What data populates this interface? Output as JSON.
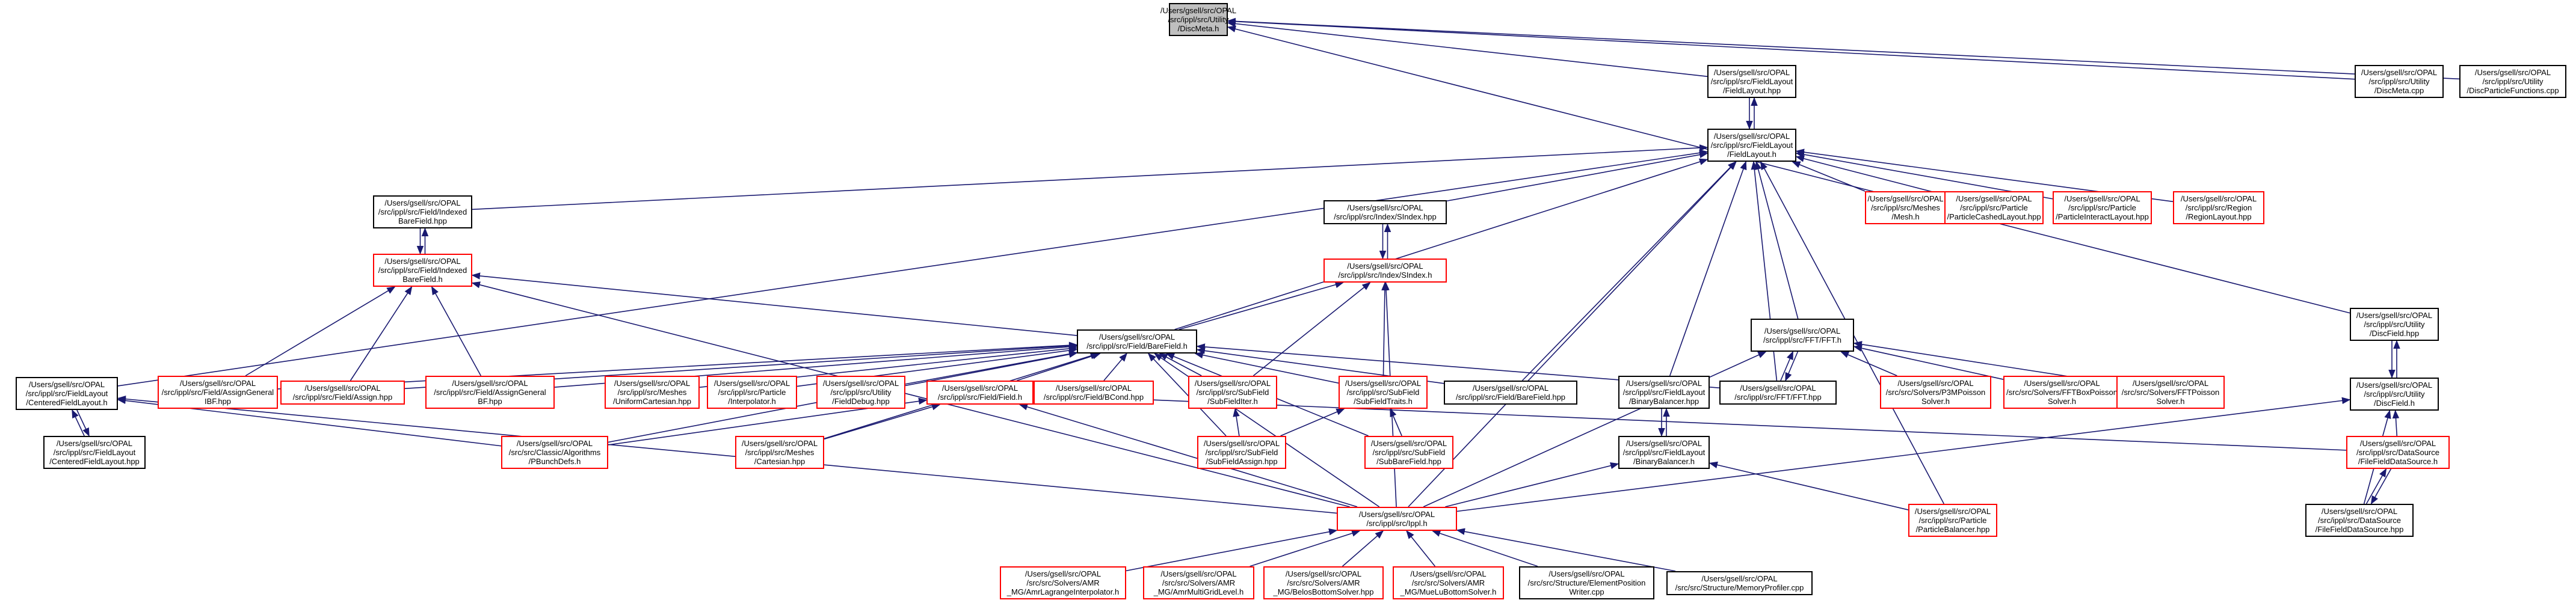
{
  "diagram": {
    "kind": "include-dependency-graph",
    "colors": {
      "edge": "#191970",
      "normal_border": "#000000",
      "red_border": "#ff0000",
      "root_fill": "#bfbfbf",
      "node_fill": "#ffffff"
    },
    "nodes": [
      {
        "id": "root",
        "lines": [
          "/Users/gsell/src/OPAL",
          "/src/ippl/src/Utility",
          "/DiscMeta.h"
        ],
        "style": "root"
      },
      {
        "id": "fieldlayout_hpp",
        "lines": [
          "/Users/gsell/src/OPAL",
          "/src/ippl/src/FieldLayout",
          "/FieldLayout.hpp"
        ],
        "style": "normal"
      },
      {
        "id": "discmeta_cpp",
        "lines": [
          "/Users/gsell/src/OPAL",
          "/src/ippl/src/Utility",
          "/DiscMeta.cpp"
        ],
        "style": "normal"
      },
      {
        "id": "discparticlefunctions_cpp",
        "lines": [
          "/Users/gsell/src/OPAL",
          "/src/ippl/src/Utility",
          "/DiscParticleFunctions.cpp"
        ],
        "style": "normal"
      },
      {
        "id": "fieldlayout_h",
        "lines": [
          "/Users/gsell/src/OPAL",
          "/src/ippl/src/FieldLayout",
          "/FieldLayout.h"
        ],
        "style": "normal"
      },
      {
        "id": "indexedbarefield_hpp",
        "lines": [
          "/Users/gsell/src/OPAL",
          "/src/ippl/src/Field/Indexed",
          "BareField.hpp"
        ],
        "style": "normal"
      },
      {
        "id": "sindex_hpp",
        "lines": [
          "/Users/gsell/src/OPAL",
          "/src/ippl/src/Index/SIndex.hpp"
        ],
        "style": "normal"
      },
      {
        "id": "mesh_h",
        "lines": [
          "/Users/gsell/src/OPAL",
          "/src/ippl/src/Meshes",
          "/Mesh.h"
        ],
        "style": "red"
      },
      {
        "id": "particlecashedlayout_hpp",
        "lines": [
          "/Users/gsell/src/OPAL",
          "/src/ippl/src/Particle",
          "/ParticleCashedLayout.hpp"
        ],
        "style": "red"
      },
      {
        "id": "particleinteractlayout_hpp",
        "lines": [
          "/Users/gsell/src/OPAL",
          "/src/ippl/src/Particle",
          "/ParticleInteractLayout.hpp"
        ],
        "style": "red"
      },
      {
        "id": "regionlayout_hpp",
        "lines": [
          "/Users/gsell/src/OPAL",
          "/src/ippl/src/Region",
          "/RegionLayout.hpp"
        ],
        "style": "red"
      },
      {
        "id": "indexedbarefield_h",
        "lines": [
          "/Users/gsell/src/OPAL",
          "/src/ippl/src/Field/Indexed",
          "BareField.h"
        ],
        "style": "red"
      },
      {
        "id": "sindex_h",
        "lines": [
          "/Users/gsell/src/OPAL",
          "/src/ippl/src/Index/SIndex.h"
        ],
        "style": "red"
      },
      {
        "id": "discfield_hpp",
        "lines": [
          "/Users/gsell/src/OPAL",
          "/src/ippl/src/Utility",
          "/DiscField.hpp"
        ],
        "style": "normal"
      },
      {
        "id": "barefield_h",
        "lines": [
          "/Users/gsell/src/OPAL",
          "/src/ippl/src/Field/BareField.h"
        ],
        "style": "normal"
      },
      {
        "id": "fft_h",
        "lines": [
          "/Users/gsell/src/OPAL",
          "/src/ippl/src/FFT/FFT.h"
        ],
        "style": "normal"
      },
      {
        "id": "centeredfieldlayout_h",
        "lines": [
          "/Users/gsell/src/OPAL",
          "/src/ippl/src/FieldLayout",
          "/CenteredFieldLayout.h"
        ],
        "style": "normal"
      },
      {
        "id": "assigngeneralibf_hpp",
        "lines": [
          "/Users/gsell/src/OPAL",
          "/src/ippl/src/Field/AssignGeneral",
          "IBF.hpp"
        ],
        "style": "red"
      },
      {
        "id": "assign_hpp",
        "lines": [
          "/Users/gsell/src/OPAL",
          "/src/ippl/src/Field/Assign.hpp"
        ],
        "style": "red"
      },
      {
        "id": "assigngeneralbf_hpp",
        "lines": [
          "/Users/gsell/src/OPAL",
          "/src/ippl/src/Field/AssignGeneral",
          "BF.hpp"
        ],
        "style": "red"
      },
      {
        "id": "uniformcartesian_hpp",
        "lines": [
          "/Users/gsell/src/OPAL",
          "/src/ippl/src/Meshes",
          "/UniformCartesian.hpp"
        ],
        "style": "red"
      },
      {
        "id": "interpolator_h",
        "lines": [
          "/Users/gsell/src/OPAL",
          "/src/ippl/src/Particle",
          "/Interpolator.h"
        ],
        "style": "red"
      },
      {
        "id": "fielddebug_hpp",
        "lines": [
          "/Users/gsell/src/OPAL",
          "/src/ippl/src/Utility",
          "/FieldDebug.hpp"
        ],
        "style": "red"
      },
      {
        "id": "field_h",
        "lines": [
          "/Users/gsell/src/OPAL",
          "/src/ippl/src/Field/Field.h"
        ],
        "style": "red"
      },
      {
        "id": "bcond_hpp",
        "lines": [
          "/Users/gsell/src/OPAL",
          "/src/ippl/src/Field/BCond.hpp"
        ],
        "style": "red"
      },
      {
        "id": "subfielditer_h",
        "lines": [
          "/Users/gsell/src/OPAL",
          "/src/ippl/src/SubField",
          "/SubFieldIter.h"
        ],
        "style": "red"
      },
      {
        "id": "subfieldtraits_h",
        "lines": [
          "/Users/gsell/src/OPAL",
          "/src/ippl/src/SubField",
          "/SubFieldTraits.h"
        ],
        "style": "red"
      },
      {
        "id": "barefield_hpp",
        "lines": [
          "/Users/gsell/src/OPAL",
          "/src/ippl/src/Field/BareField.hpp"
        ],
        "style": "normal"
      },
      {
        "id": "binarybalancer_hpp",
        "lines": [
          "/Users/gsell/src/OPAL",
          "/src/ippl/src/FieldLayout",
          "/BinaryBalancer.hpp"
        ],
        "style": "normal"
      },
      {
        "id": "fft_hpp",
        "lines": [
          "/Users/gsell/src/OPAL",
          "/src/ippl/src/FFT/FFT.hpp"
        ],
        "style": "normal"
      },
      {
        "id": "p3mpoissonsolver_h",
        "lines": [
          "/Users/gsell/src/OPAL",
          "/src/src/Solvers/P3MPoisson",
          "Solver.h"
        ],
        "style": "red"
      },
      {
        "id": "fftboxpoissonsolver_h",
        "lines": [
          "/Users/gsell/src/OPAL",
          "/src/src/Solvers/FFTBoxPoisson",
          "Solver.h"
        ],
        "style": "red"
      },
      {
        "id": "fftpoissonsolver_h",
        "lines": [
          "/Users/gsell/src/OPAL",
          "/src/src/Solvers/FFTPoisson",
          "Solver.h"
        ],
        "style": "red"
      },
      {
        "id": "discfield_h",
        "lines": [
          "/Users/gsell/src/OPAL",
          "/src/ippl/src/Utility",
          "/DiscField.h"
        ],
        "style": "normal"
      },
      {
        "id": "centeredfieldlayout_hpp",
        "lines": [
          "/Users/gsell/src/OPAL",
          "/src/ippl/src/FieldLayout",
          "/CenteredFieldLayout.hpp"
        ],
        "style": "normal"
      },
      {
        "id": "pbunchdefs_h",
        "lines": [
          "/Users/gsell/src/OPAL",
          "/src/src/Classic/Algorithms",
          "/PBunchDefs.h"
        ],
        "style": "red"
      },
      {
        "id": "cartesian_hpp",
        "lines": [
          "/Users/gsell/src/OPAL",
          "/src/ippl/src/Meshes",
          "/Cartesian.hpp"
        ],
        "style": "red"
      },
      {
        "id": "subfieldassign_hpp",
        "lines": [
          "/Users/gsell/src/OPAL",
          "/src/ippl/src/SubField",
          "/SubFieldAssign.hpp"
        ],
        "style": "red"
      },
      {
        "id": "subbarefield_hpp",
        "lines": [
          "/Users/gsell/src/OPAL",
          "/src/ippl/src/SubField",
          "/SubBareField.hpp"
        ],
        "style": "red"
      },
      {
        "id": "binarybalancer_h",
        "lines": [
          "/Users/gsell/src/OPAL",
          "/src/ippl/src/FieldLayout",
          "/BinaryBalancer.h"
        ],
        "style": "normal"
      },
      {
        "id": "filefielddatasource_h",
        "lines": [
          "/Users/gsell/src/OPAL",
          "/src/ippl/src/DataSource",
          "/FileFieldDataSource.h"
        ],
        "style": "red"
      },
      {
        "id": "ippl_h",
        "lines": [
          "/Users/gsell/src/OPAL",
          "/src/ippl/src/Ippl.h"
        ],
        "style": "red"
      },
      {
        "id": "particlebalancer_hpp",
        "lines": [
          "/Users/gsell/src/OPAL",
          "/src/ippl/src/Particle",
          "/ParticleBalancer.hpp"
        ],
        "style": "red"
      },
      {
        "id": "filefielddatasource_hpp",
        "lines": [
          "/Users/gsell/src/OPAL",
          "/src/ippl/src/DataSource",
          "/FileFieldDataSource.hpp"
        ],
        "style": "normal"
      },
      {
        "id": "amrlagrangeinterpolator_h",
        "lines": [
          "/Users/gsell/src/OPAL",
          "/src/src/Solvers/AMR",
          "_MG/AmrLagrangeInterpolator.h"
        ],
        "style": "red"
      },
      {
        "id": "amrmultigridlevel_h",
        "lines": [
          "/Users/gsell/src/OPAL",
          "/src/src/Solvers/AMR",
          "_MG/AmrMultiGridLevel.h"
        ],
        "style": "red"
      },
      {
        "id": "bellobottomsolver_hpp",
        "lines": [
          "/Users/gsell/src/OPAL",
          "/src/src/Solvers/AMR",
          "_MG/BelosBottomSolver.hpp"
        ],
        "style": "red"
      },
      {
        "id": "muelubottomsolver_h",
        "lines": [
          "/Users/gsell/src/OPAL",
          "/src/src/Solvers/AMR",
          "_MG/MueLuBottomSolver.h"
        ],
        "style": "red"
      },
      {
        "id": "elementpositionwriter_cpp",
        "lines": [
          "/Users/gsell/src/OPAL",
          "/src/src/Structure/ElementPosition",
          "Writer.cpp"
        ],
        "style": "normal"
      },
      {
        "id": "memoryprofiler_cpp",
        "lines": [
          "/Users/gsell/src/OPAL",
          "/src/src/Structure/MemoryProfiler.cpp"
        ],
        "style": "normal"
      }
    ],
    "edges": [
      [
        "fieldlayout_hpp",
        "root"
      ],
      [
        "discmeta_cpp",
        "root"
      ],
      [
        "discparticlefunctions_cpp",
        "root"
      ],
      [
        "discfield_hpp",
        "root"
      ],
      [
        "fieldlayout_h",
        "fieldlayout_hpp"
      ],
      [
        "fieldlayout_hpp",
        "fieldlayout_h"
      ],
      [
        "indexedbarefield_hpp",
        "fieldlayout_h"
      ],
      [
        "sindex_hpp",
        "fieldlayout_h"
      ],
      [
        "mesh_h",
        "fieldlayout_h"
      ],
      [
        "particlecashedlayout_hpp",
        "fieldlayout_h"
      ],
      [
        "particleinteractlayout_hpp",
        "fieldlayout_h"
      ],
      [
        "regionlayout_hpp",
        "fieldlayout_h"
      ],
      [
        "centeredfieldlayout_h",
        "fieldlayout_h"
      ],
      [
        "barefield_h",
        "fieldlayout_h"
      ],
      [
        "barefield_hpp",
        "fieldlayout_h"
      ],
      [
        "binarybalancer_hpp",
        "fieldlayout_h"
      ],
      [
        "fft_hpp",
        "fieldlayout_h"
      ],
      [
        "fft_h",
        "fieldlayout_h"
      ],
      [
        "particlebalancer_hpp",
        "fieldlayout_h"
      ],
      [
        "ippl_h",
        "fieldlayout_h"
      ],
      [
        "indexedbarefield_h",
        "indexedbarefield_hpp"
      ],
      [
        "indexedbarefield_hpp",
        "indexedbarefield_h"
      ],
      [
        "sindex_h",
        "sindex_hpp"
      ],
      [
        "sindex_hpp",
        "sindex_h"
      ],
      [
        "barefield_h",
        "indexedbarefield_h"
      ],
      [
        "assigngeneralibf_hpp",
        "indexedbarefield_h"
      ],
      [
        "assign_hpp",
        "indexedbarefield_h"
      ],
      [
        "assigngeneralbf_hpp",
        "indexedbarefield_h"
      ],
      [
        "ippl_h",
        "indexedbarefield_h"
      ],
      [
        "barefield_h",
        "sindex_h"
      ],
      [
        "subfielditer_h",
        "sindex_h"
      ],
      [
        "subfieldtraits_h",
        "sindex_h"
      ],
      [
        "ippl_h",
        "sindex_h"
      ],
      [
        "assigngeneralibf_hpp",
        "barefield_h"
      ],
      [
        "assign_hpp",
        "barefield_h"
      ],
      [
        "assigngeneralbf_hpp",
        "barefield_h"
      ],
      [
        "uniformcartesian_hpp",
        "barefield_h"
      ],
      [
        "interpolator_h",
        "barefield_h"
      ],
      [
        "fielddebug_hpp",
        "barefield_h"
      ],
      [
        "field_h",
        "barefield_h"
      ],
      [
        "bcond_hpp",
        "barefield_h"
      ],
      [
        "subfielditer_h",
        "barefield_h"
      ],
      [
        "subfieldtraits_h",
        "barefield_h"
      ],
      [
        "barefield_hpp",
        "barefield_h"
      ],
      [
        "fft_hpp",
        "barefield_h"
      ],
      [
        "pbunchdefs_h",
        "barefield_h"
      ],
      [
        "cartesian_hpp",
        "barefield_h"
      ],
      [
        "subfieldassign_hpp",
        "barefield_h"
      ],
      [
        "subbarefield_hpp",
        "barefield_h"
      ],
      [
        "ippl_h",
        "barefield_h"
      ],
      [
        "fft_hpp",
        "fft_h"
      ],
      [
        "fft_h",
        "fft_hpp"
      ],
      [
        "p3mpoissonsolver_h",
        "fft_h"
      ],
      [
        "fftboxpoissonsolver_h",
        "fft_h"
      ],
      [
        "fftpoissonsolver_h",
        "fft_h"
      ],
      [
        "ippl_h",
        "fft_h"
      ],
      [
        "discfield_h",
        "discfield_hpp"
      ],
      [
        "discfield_hpp",
        "discfield_h"
      ],
      [
        "filefielddatasource_h",
        "discfield_h"
      ],
      [
        "filefielddatasource_hpp",
        "discfield_h"
      ],
      [
        "ippl_h",
        "discfield_h"
      ],
      [
        "centeredfieldlayout_hpp",
        "centeredfieldlayout_h"
      ],
      [
        "centeredfieldlayout_h",
        "centeredfieldlayout_hpp"
      ],
      [
        "ippl_h",
        "centeredfieldlayout_h"
      ],
      [
        "pbunchdefs_h",
        "centeredfieldlayout_h"
      ],
      [
        "pbunchdefs_h",
        "field_h"
      ],
      [
        "cartesian_hpp",
        "field_h"
      ],
      [
        "ippl_h",
        "field_h"
      ],
      [
        "filefielddatasource_h",
        "field_h"
      ],
      [
        "subfieldassign_hpp",
        "subfielditer_h"
      ],
      [
        "subfieldassign_hpp",
        "subfieldtraits_h"
      ],
      [
        "subbarefield_hpp",
        "subfieldtraits_h"
      ],
      [
        "binarybalancer_h",
        "binarybalancer_hpp"
      ],
      [
        "binarybalancer_hpp",
        "binarybalancer_h"
      ],
      [
        "ippl_h",
        "binarybalancer_h"
      ],
      [
        "particlebalancer_hpp",
        "binarybalancer_h"
      ],
      [
        "filefielddatasource_hpp",
        "filefielddatasource_h"
      ],
      [
        "filefielddatasource_h",
        "filefielddatasource_hpp"
      ],
      [
        "amrlagrangeinterpolator_h",
        "ippl_h"
      ],
      [
        "amrmultigridlevel_h",
        "ippl_h"
      ],
      [
        "bellobottomsolver_hpp",
        "ippl_h"
      ],
      [
        "muelubottomsolver_h",
        "ippl_h"
      ],
      [
        "elementpositionwriter_cpp",
        "ippl_h"
      ],
      [
        "memoryprofiler_cpp",
        "ippl_h"
      ]
    ]
  }
}
